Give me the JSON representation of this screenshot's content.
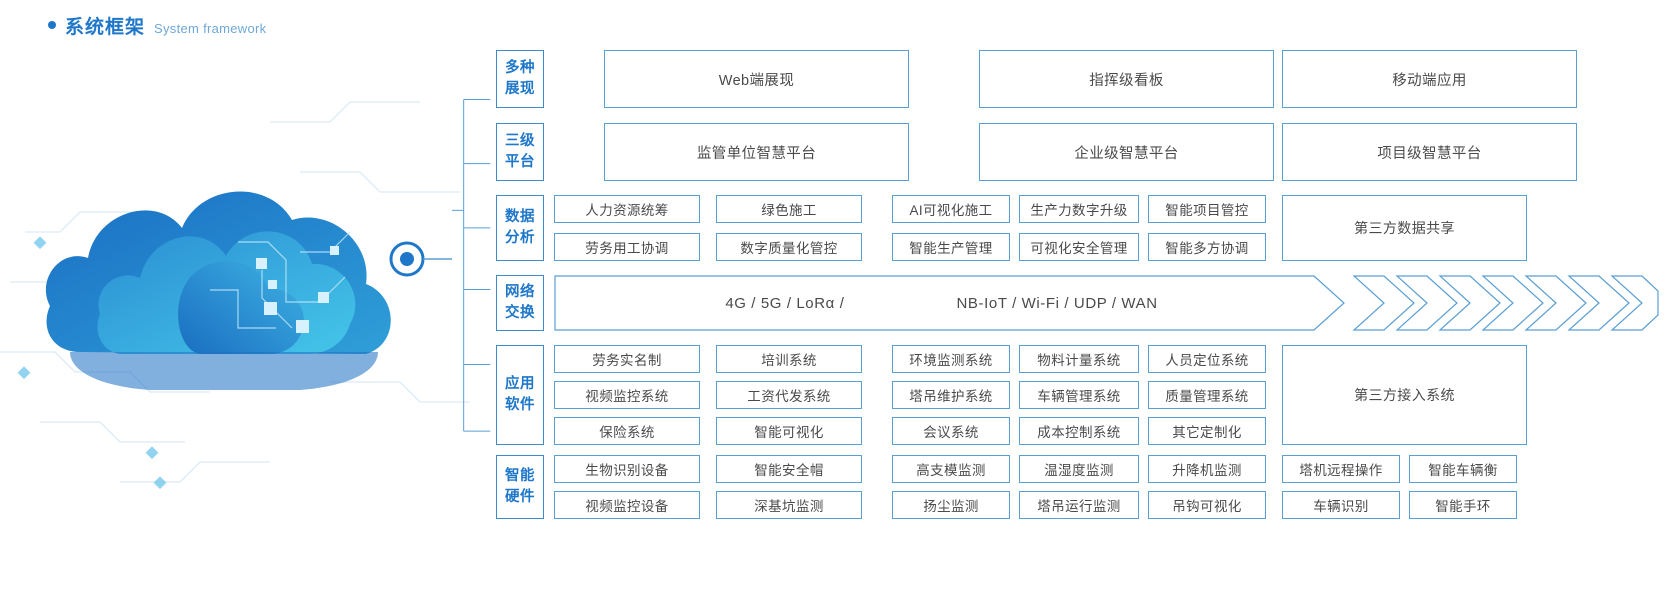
{
  "header": {
    "title_cn": "系统框架",
    "title_en": "System framework",
    "accent_color": "#1f77c9",
    "bullet_icon": "bullet-dot-icon"
  },
  "illustration": {
    "name": "cloud-network-illustration",
    "colors": {
      "cloud_dark": "#1a6fc4",
      "cloud_light": "#35b6e8",
      "node": "#1f77c9"
    }
  },
  "rows": [
    {
      "label": [
        "多种",
        "展现"
      ],
      "groups": [
        {
          "type": "single",
          "items": [
            "Web端展现"
          ]
        },
        {
          "type": "single",
          "items": [
            "指挥级看板"
          ]
        },
        {
          "type": "single",
          "items": [
            "移动端应用"
          ]
        }
      ]
    },
    {
      "label": [
        "三级",
        "平台"
      ],
      "groups": [
        {
          "type": "single",
          "items": [
            "监管单位智慧平台"
          ]
        },
        {
          "type": "single",
          "items": [
            "企业级智慧平台"
          ]
        },
        {
          "type": "single",
          "items": [
            "项目级智慧平台"
          ]
        }
      ]
    },
    {
      "label": [
        "数据",
        "分析"
      ],
      "groups": [
        {
          "type": "grid2",
          "items": [
            "人力资源统筹",
            "绿色施工",
            "劳务用工协调",
            "数字质量化管控"
          ]
        },
        {
          "type": "grid3",
          "items": [
            "AI可视化施工",
            "生产力数字升级",
            "智能项目管控",
            "智能生产管理",
            "可视化安全管理",
            "智能多方协调"
          ]
        },
        {
          "type": "single",
          "items": [
            "第三方数据共享"
          ]
        }
      ]
    },
    {
      "label": [
        "网络",
        "交换"
      ],
      "network": {
        "left": "4G / 5G / LoRα /",
        "right": "NB-IoT / Wi-Fi / UDP / WAN",
        "arrow_count": 7
      }
    },
    {
      "label": [
        "应用",
        "软件"
      ],
      "groups": [
        {
          "type": "grid2",
          "items": [
            "劳务实名制",
            "培训系统",
            "视频监控系统",
            "工资代发系统",
            "保险系统",
            "智能可视化"
          ]
        },
        {
          "type": "grid3",
          "items": [
            "环境监测系统",
            "物料计量系统",
            "人员定位系统",
            "塔吊维护系统",
            "车辆管理系统",
            "质量管理系统",
            "会议系统",
            "成本控制系统",
            "其它定制化"
          ]
        },
        {
          "type": "single",
          "items": [
            "第三方接入系统"
          ]
        }
      ]
    },
    {
      "label": [
        "智能",
        "硬件"
      ],
      "groups": [
        {
          "type": "grid2",
          "items": [
            "生物识别设备",
            "智能安全帽",
            "视频监控设备",
            "深基坑监测"
          ]
        },
        {
          "type": "grid3",
          "items": [
            "高支模监测",
            "温湿度监测",
            "升降机监测",
            "扬尘监测",
            "塔吊运行监测",
            "吊钩可视化"
          ]
        },
        {
          "type": "grid2b",
          "items": [
            "塔机远程操作",
            "智能车辆衡",
            "车辆识别",
            "智能手环"
          ]
        }
      ]
    }
  ]
}
